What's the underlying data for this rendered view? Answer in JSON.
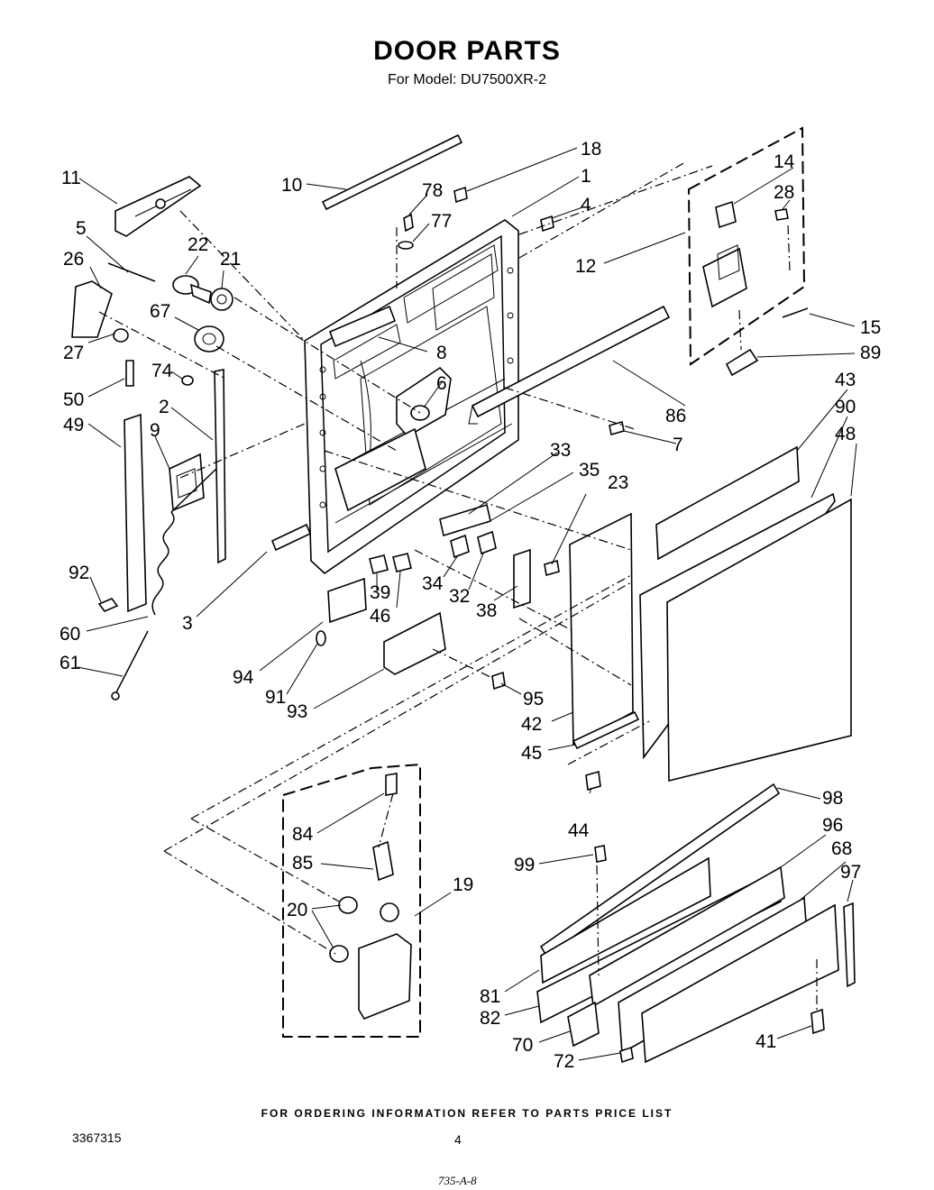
{
  "header": {
    "title": "DOOR PARTS",
    "subtitle": "For Model: DU7500XR-2"
  },
  "footer": {
    "ordering_note": "FOR ORDERING INFORMATION REFER TO PARTS PRICE LIST",
    "doc_number": "3367315",
    "page_number": "4",
    "handwritten_mark": "735-A-8"
  },
  "callouts": [
    "11",
    "5",
    "26",
    "27",
    "50",
    "49",
    "92",
    "60",
    "61",
    "10",
    "22",
    "21",
    "67",
    "74",
    "2",
    "9",
    "78",
    "77",
    "18",
    "1",
    "4",
    "8",
    "6",
    "3",
    "94",
    "91",
    "93",
    "39",
    "46",
    "34",
    "32",
    "38",
    "33",
    "35",
    "23",
    "95",
    "42",
    "45",
    "44",
    "12",
    "14",
    "28",
    "15",
    "89",
    "86",
    "7",
    "43",
    "90",
    "48",
    "84",
    "85",
    "20",
    "19",
    "98",
    "96",
    "68",
    "97",
    "99",
    "81",
    "82",
    "70",
    "72",
    "41"
  ]
}
